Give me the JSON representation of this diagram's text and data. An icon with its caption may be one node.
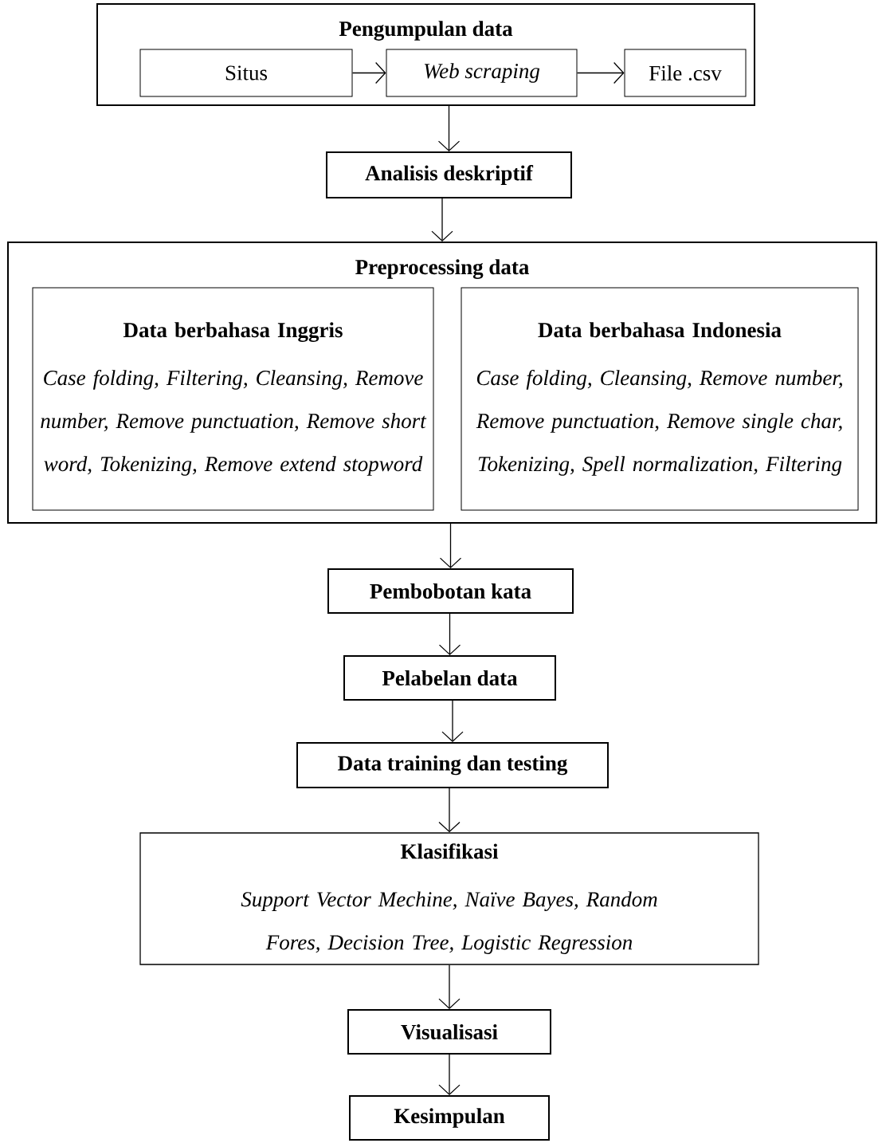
{
  "diagram": {
    "nodes": [
      {
        "text": [
          "Pengumpulan data"
        ]
      },
      {
        "text": [
          "Situs"
        ],
        "in": 0
      },
      {
        "text": [
          "Web scraping"
        ],
        "in": 0
      },
      {
        "text": [
          "File .csv"
        ],
        "in": 0
      },
      {
        "text": [
          "Analisis deskriptif"
        ]
      },
      {
        "text": [
          "Preprocessing data"
        ]
      },
      {
        "text": [
          "Data berbahasa Inggris",
          "Case folding, Filtering, Cleansing, Remove number, Remove punctuation, Remove short word, Tokenizing, Remove extend stopword"
        ],
        "in": 5
      },
      {
        "text": [
          "Data berbahasa Indonesia",
          "Case folding, Cleansing, Remove number, Remove punctuation, Remove single char, Tokenizing, Spell normalization, Filtering"
        ],
        "in": 5
      },
      {
        "text": [
          "Pembobotan kata"
        ]
      },
      {
        "text": [
          "Pelabelan data"
        ]
      },
      {
        "text": [
          "Data training dan testing"
        ]
      },
      {
        "text": [
          "Klasifikasi",
          "Support Vector Mechine, Naïve Bayes, Random Fores, Decision Tree, Logistic Regression"
        ]
      },
      {
        "text": [
          "Visualisasi"
        ]
      },
      {
        "text": [
          "Kesimpulan"
        ]
      }
    ],
    "edges": [
      {
        "from": 1,
        "to": 2,
        "arrow": "to"
      },
      {
        "from": 2,
        "to": 3,
        "arrow": "to"
      },
      {
        "from": 0,
        "to": 4,
        "arrow": "to"
      },
      {
        "from": 4,
        "to": 5,
        "arrow": "to"
      },
      {
        "from": 5,
        "to": 8,
        "arrow": "to"
      },
      {
        "from": 8,
        "to": 9,
        "arrow": "to"
      },
      {
        "from": 9,
        "to": 10,
        "arrow": "to"
      },
      {
        "from": 10,
        "to": 11,
        "arrow": "to"
      },
      {
        "from": 11,
        "to": 12,
        "arrow": "to"
      },
      {
        "from": 12,
        "to": 13,
        "arrow": "to"
      }
    ]
  }
}
